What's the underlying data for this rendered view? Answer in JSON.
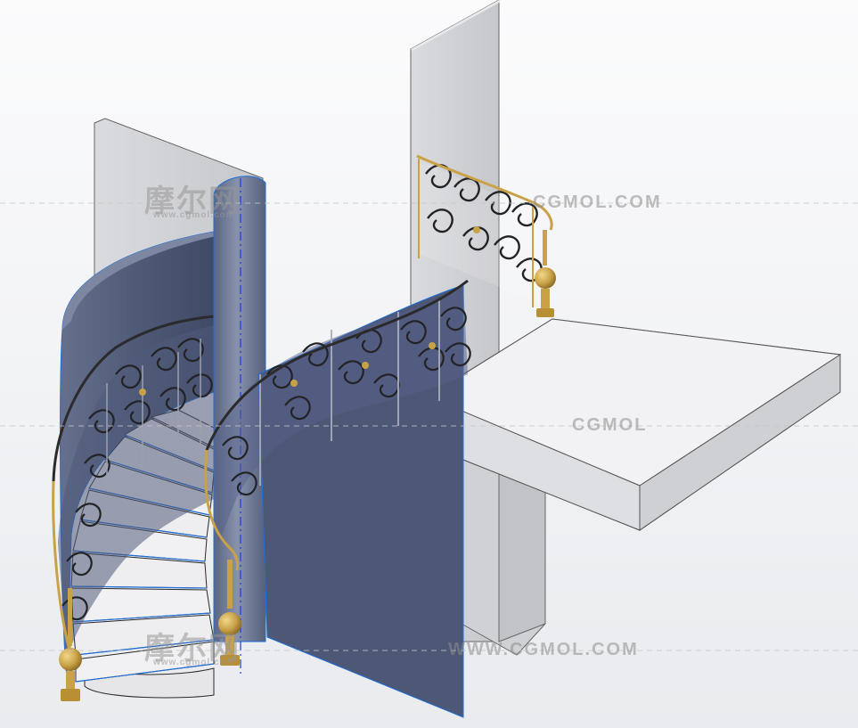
{
  "viewport": {
    "background_top": "#fbfbfc",
    "background_bottom": "#e9ebee"
  },
  "watermarks": {
    "brand_cn": "摩尔网",
    "brand_url": "www.cgmol.com",
    "site_1": "CGMOL.COM",
    "site_2": "CGMOL",
    "site_3": "WWW.CGMOL.COM"
  },
  "colors": {
    "wall_gray": "#d2d3d6",
    "shell_blue": "#4e5a77",
    "step_white": "#eeeef0",
    "railing_iron": "#2b2b2e",
    "gold": "#c9a248",
    "edge_blue": "#1e6fd9"
  }
}
